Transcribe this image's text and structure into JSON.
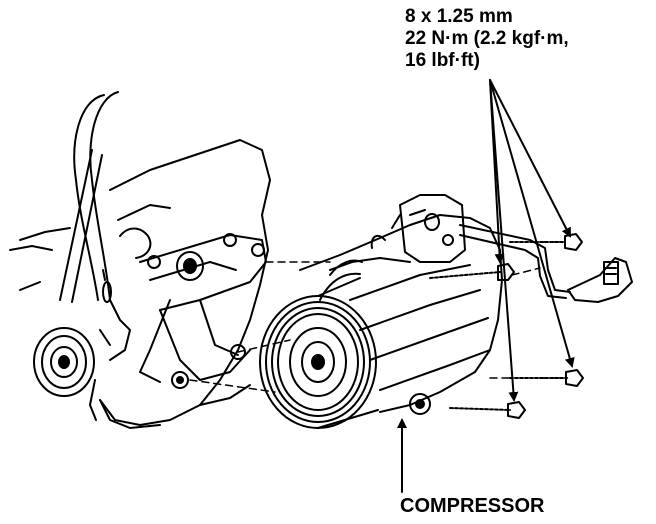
{
  "bolt_spec": {
    "lines": [
      "8 x 1.25 mm",
      "22 N·m (2.2 kgf·m,",
      "16 lbf·ft)"
    ]
  },
  "part_label": "COMPRESSOR",
  "colors": {
    "ink": "#000000",
    "paper": "#ffffff"
  }
}
